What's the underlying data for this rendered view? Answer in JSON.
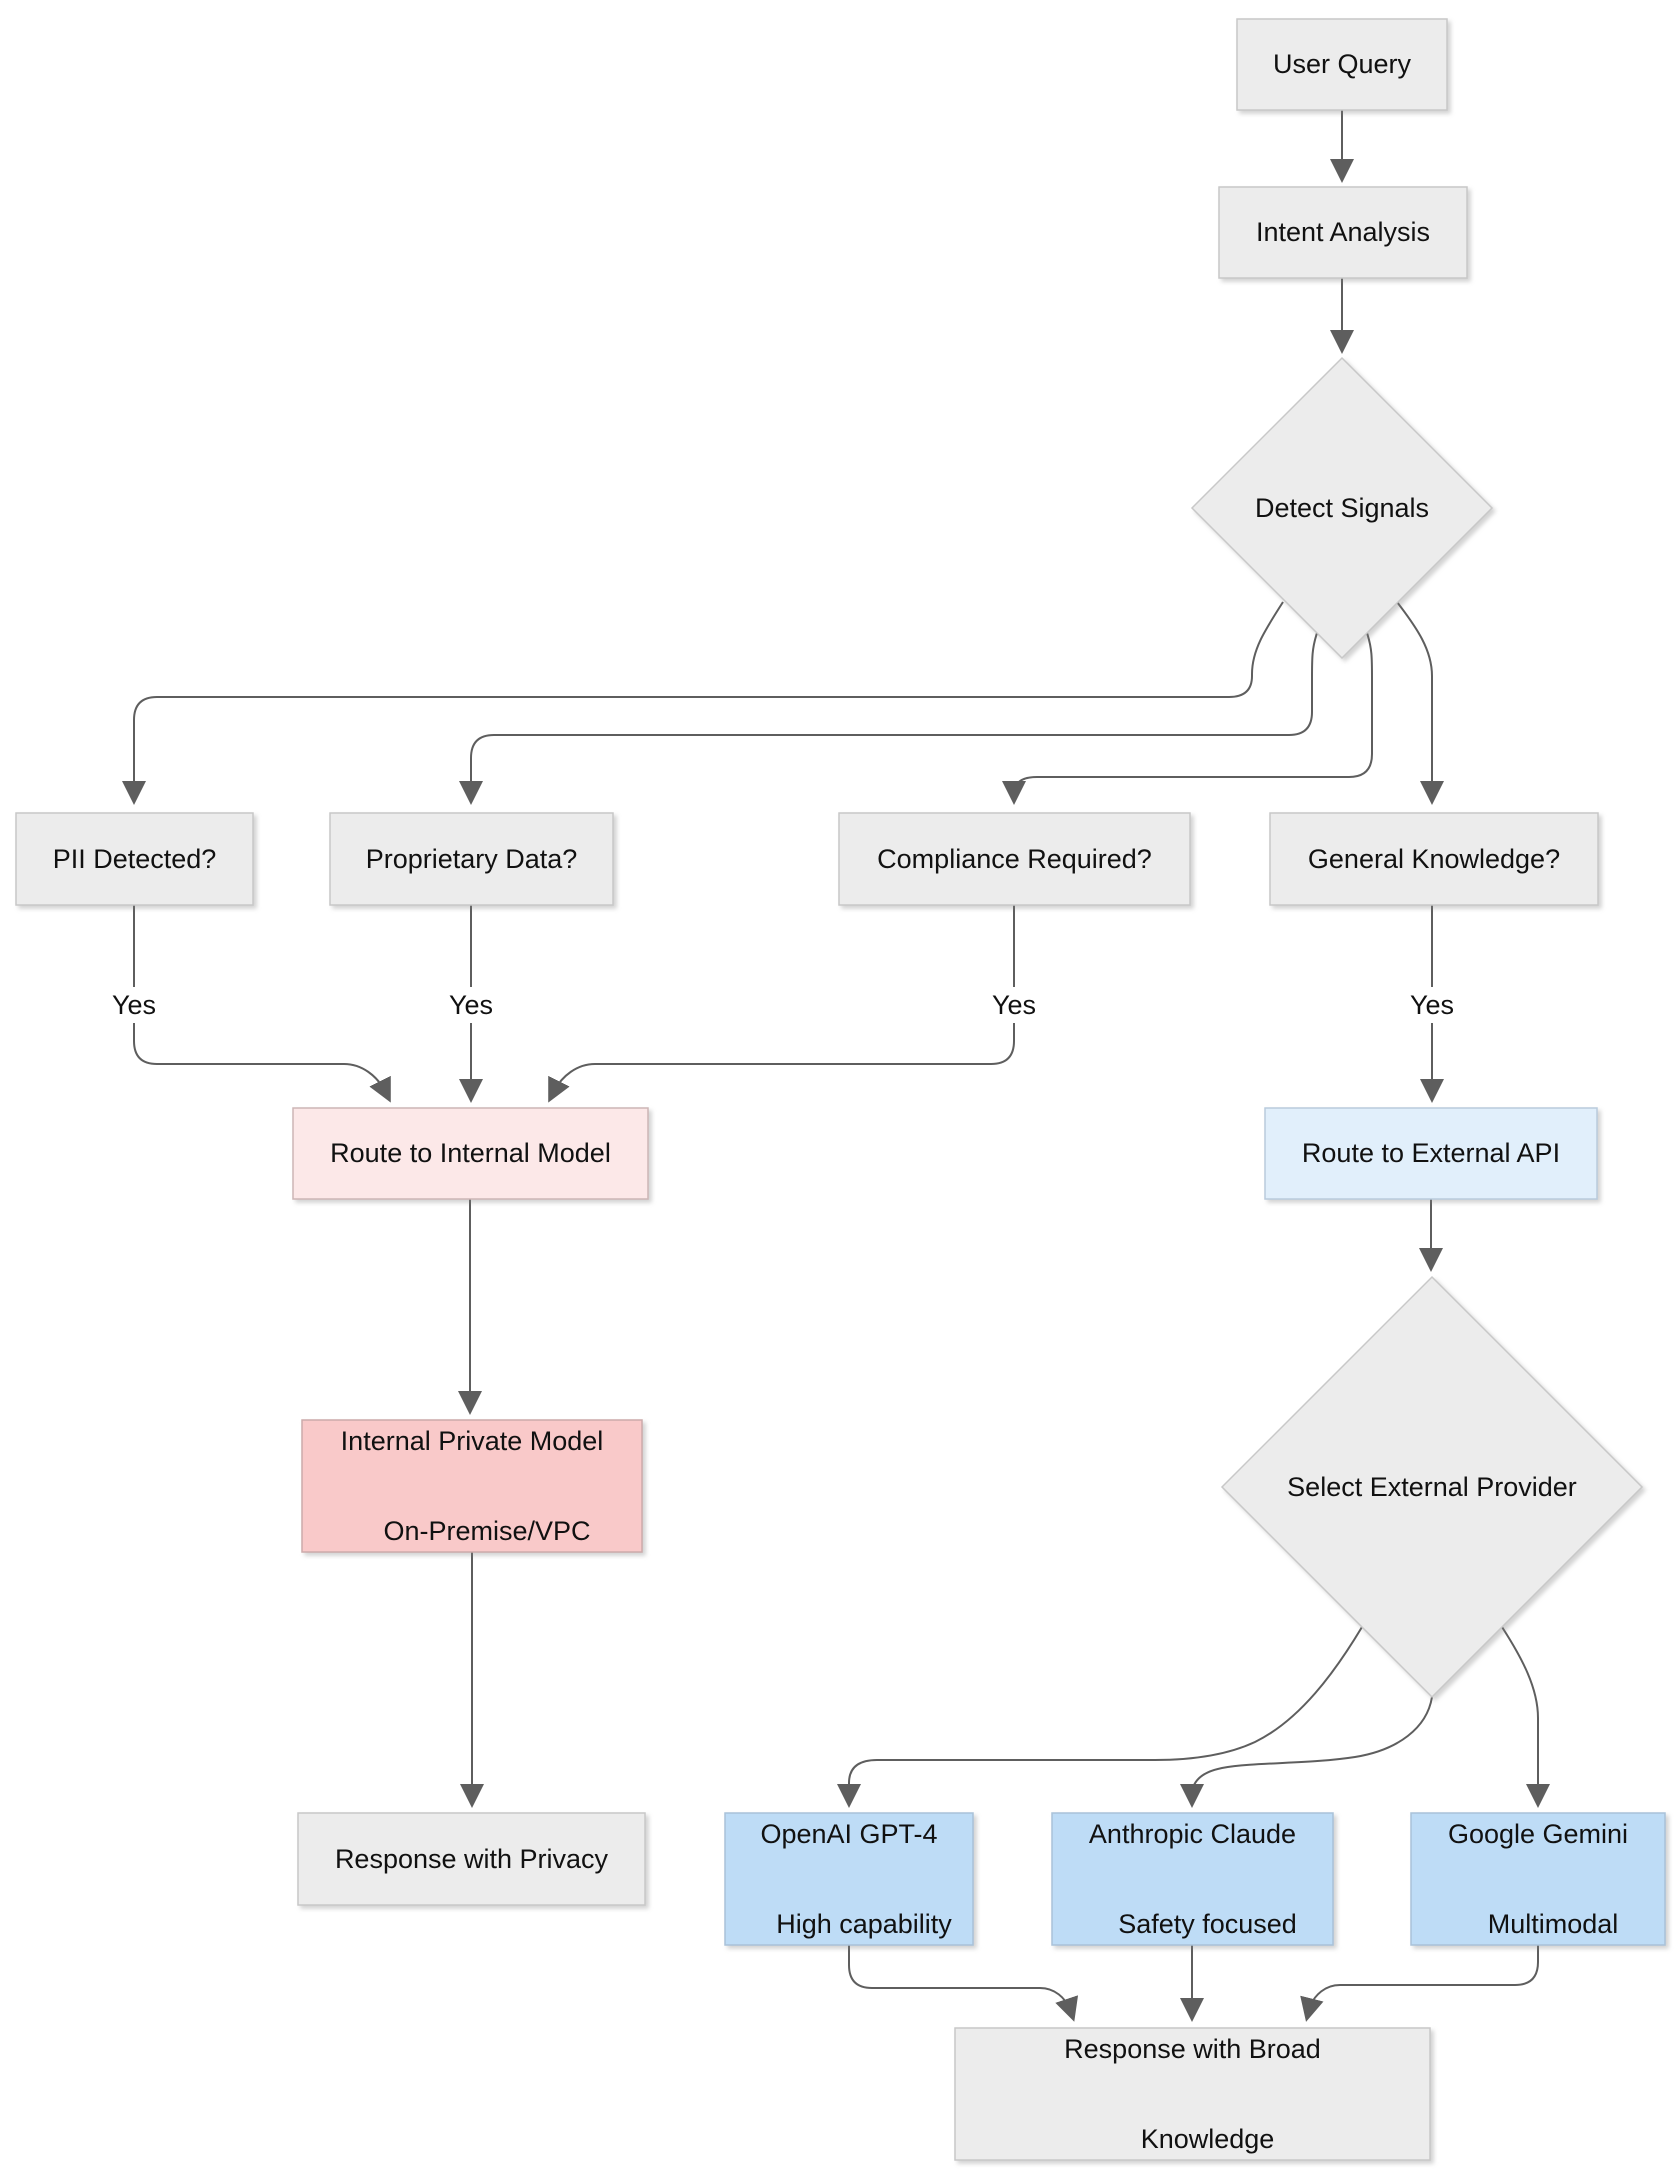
{
  "diagram": {
    "type": "flowchart",
    "nodes": {
      "user_query": {
        "label": "User Query"
      },
      "intent_analysis": {
        "label": "Intent Analysis"
      },
      "detect_signals": {
        "label": "Detect Signals",
        "shape": "diamond"
      },
      "pii": {
        "label": "PII Detected?"
      },
      "proprietary": {
        "label": "Proprietary Data?"
      },
      "compliance": {
        "label": "Compliance Required?"
      },
      "general": {
        "label": "General Knowledge?"
      },
      "route_internal": {
        "label": "Route to Internal Model",
        "fill": "#fce8e8"
      },
      "route_external": {
        "label": "Route to External API",
        "fill": "#e1effb"
      },
      "internal_model": {
        "line1": "Internal Private Model",
        "line2": "On-Premise/VPC",
        "fill": "#f9c9c9"
      },
      "select_provider": {
        "label": "Select External Provider",
        "shape": "diamond"
      },
      "response_privacy": {
        "label": "Response with Privacy"
      },
      "openai": {
        "line1": "OpenAI GPT-4",
        "line2": "High capability",
        "fill": "#bedcf6"
      },
      "claude": {
        "line1": "Anthropic Claude",
        "line2": "Safety focused",
        "fill": "#bedcf6"
      },
      "gemini": {
        "line1": "Google Gemini",
        "line2": "Multimodal",
        "fill": "#bedcf6"
      },
      "response_broad": {
        "line1": "Response with Broad",
        "line2": "Knowledge"
      }
    },
    "edge_labels": {
      "yes": "Yes"
    },
    "colors": {
      "node_gray": "#ececec",
      "node_pink_light": "#fce8e8",
      "node_pink": "#f9c9c9",
      "node_blue_light": "#e1effb",
      "node_blue": "#bedcf6",
      "edge": "#5e5e5e",
      "text": "#111111",
      "background": "#ffffff"
    }
  }
}
